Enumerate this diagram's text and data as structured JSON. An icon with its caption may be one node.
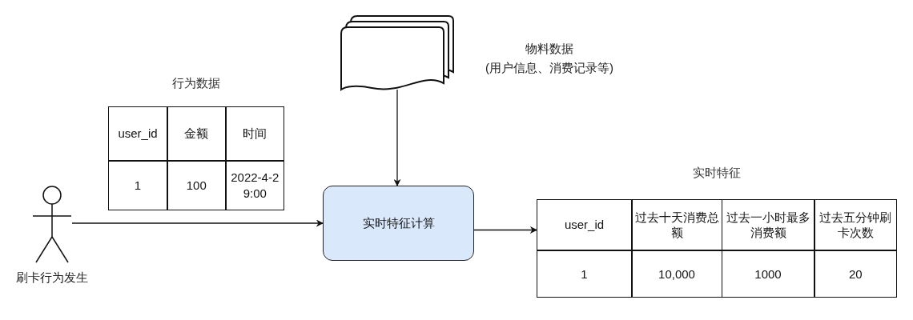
{
  "diagram": {
    "nodes": [
      {
        "text": [],
        "shape": "person",
        "beside": [
          "刷卡行为发生"
        ]
      },
      {
        "text": [
          "行为数据",
          "user_id",
          "金额",
          "时间",
          "1",
          "100",
          "2022-4-2 9:00"
        ]
      },
      {
        "text": [],
        "shape": "document",
        "beside": [
          "物料数据",
          "(用户信息、消费记录等)"
        ]
      },
      {
        "text": [
          "实时特征计算"
        ]
      },
      {
        "text": [
          "实时特征",
          "user_id",
          "过去十天消费总额",
          "过去一小时最多消费额",
          "过去五分钟刷卡次数",
          "1",
          "10,000",
          "1000",
          "20"
        ]
      }
    ],
    "edges": [
      {
        "from": 0,
        "to": 3,
        "arrow": "to"
      },
      {
        "from": 2,
        "to": 3,
        "arrow": "to"
      },
      {
        "from": 3,
        "to": 4,
        "arrow": "to"
      }
    ]
  }
}
